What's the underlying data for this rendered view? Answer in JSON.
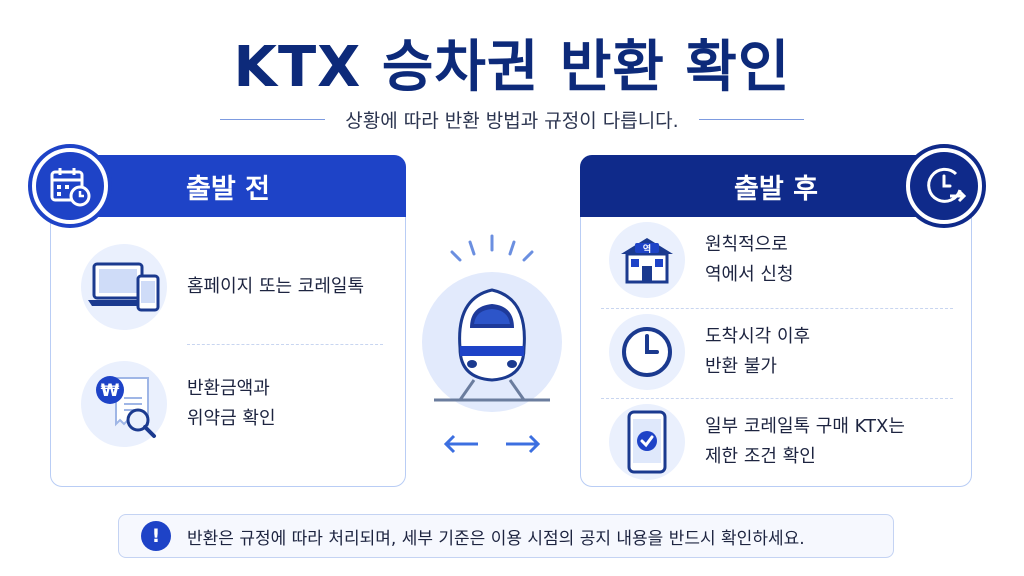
{
  "title": "KTX 승차권 반환 확인",
  "subtitle": "상황에 따라 반환 방법과 규정이 다릅니다.",
  "before": {
    "heading": "출발 전",
    "badge_icon": "calendar-clock-icon",
    "items": [
      {
        "icon": "laptop-phone-icon",
        "lines": [
          "홈페이지 또는 코레일톡"
        ]
      },
      {
        "icon": "won-receipt-search-icon",
        "lines": [
          "반환금액과",
          "위약금 확인"
        ]
      }
    ]
  },
  "after": {
    "heading": "출발 후",
    "badge_icon": "clock-arrow-icon",
    "items": [
      {
        "icon": "station-icon",
        "icon_label": "역",
        "lines": [
          "원칙적으로",
          "역에서 신청"
        ]
      },
      {
        "icon": "clock-icon",
        "lines": [
          "도착시각 이후",
          "반환 불가"
        ]
      },
      {
        "icon": "phone-check-icon",
        "lines": [
          "일부 코레일톡 구매 KTX는",
          "제한 조건 확인"
        ]
      }
    ]
  },
  "center": {
    "icon": "ktx-train-icon",
    "arrows_icon": "bidirectional-arrows-icon"
  },
  "notice": {
    "icon_symbol": "!",
    "text": "반환은 규정에 따라 처리되며, 세부 기준은 이용 시점의 공지 내용을 반드시 확인하세요."
  },
  "colors": {
    "primary": "#1e43c7",
    "navy": "#0f2a8a",
    "title": "#0d2a7a",
    "light": "#eaf0fd"
  }
}
